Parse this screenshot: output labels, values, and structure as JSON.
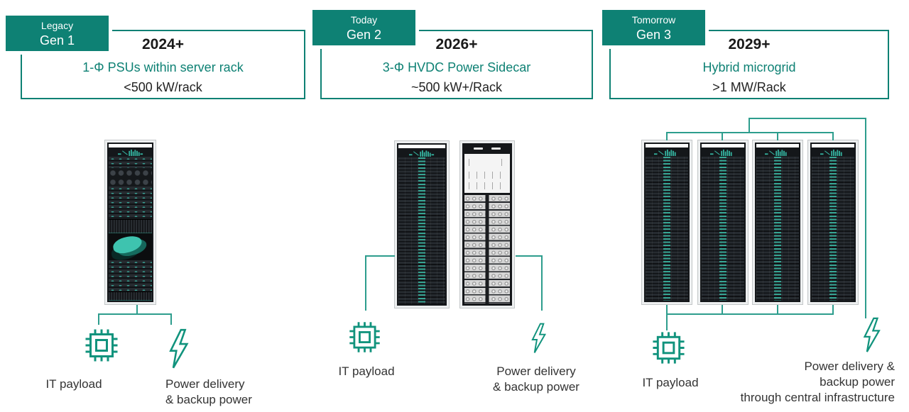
{
  "colors": {
    "accent_teal": "#0e8174",
    "connector_teal": "#2d9d8d",
    "icon_teal": "#11937d",
    "rack_dark": "#14171a",
    "text_dark": "#1a1a1a"
  },
  "panels": [
    {
      "era": "Legacy",
      "gen": "Gen 1",
      "year": "2024+",
      "tech": "1-Φ PSUs within server rack",
      "power": "<500 kW/rack"
    },
    {
      "era": "Today",
      "gen": "Gen 2",
      "year": "2026+",
      "tech": "3-Φ HVDC Power Sidecar",
      "power": "~500 kW+/Rack"
    },
    {
      "era": "Tomorrow",
      "gen": "Gen 3",
      "year": "2029+",
      "tech": "Hybrid microgrid",
      "power": ">1 MW/Rack"
    }
  ],
  "groups": {
    "g1": {
      "it_label": "IT payload",
      "power_lines": [
        "Power delivery",
        "& backup power"
      ]
    },
    "g2": {
      "it_label": "IT payload",
      "power_lines": [
        "Power delivery",
        "& backup power"
      ]
    },
    "g3": {
      "it_label": "IT payload",
      "power_lines": [
        "Power delivery &",
        "backup power",
        "through central infrastructure"
      ]
    }
  },
  "icons": {
    "it_payload": "chip-icon",
    "power_delivery": "lightning-bolt-icon",
    "rack_display": "led-equalizer-icon"
  }
}
